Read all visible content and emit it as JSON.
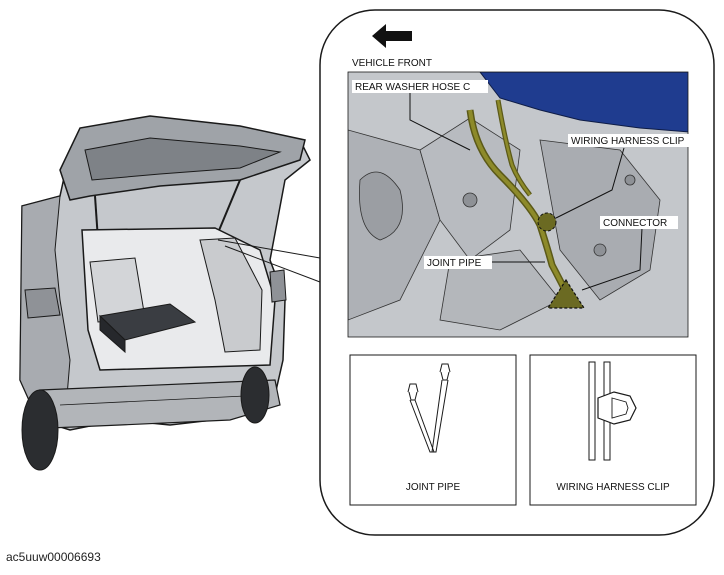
{
  "diagram": {
    "orientation_label": "VEHICLE FRONT",
    "callouts": {
      "rear_washer_hose": "REAR WASHER HOSE C",
      "wiring_harness_clip": "WIRING HARNESS CLIP",
      "connector": "CONNECTOR",
      "joint_pipe": "JOINT PIPE"
    },
    "detail_views": [
      {
        "label": "JOINT PIPE"
      },
      {
        "label": "WIRING HARNESS CLIP"
      }
    ],
    "figure_code": "ac5uuw00006693"
  },
  "colors": {
    "panel_blue": "#1f3c8f",
    "hose_yellow": "#8d8a2a",
    "body_grey": "#b9bcc0",
    "outline": "#1a1a1a"
  }
}
